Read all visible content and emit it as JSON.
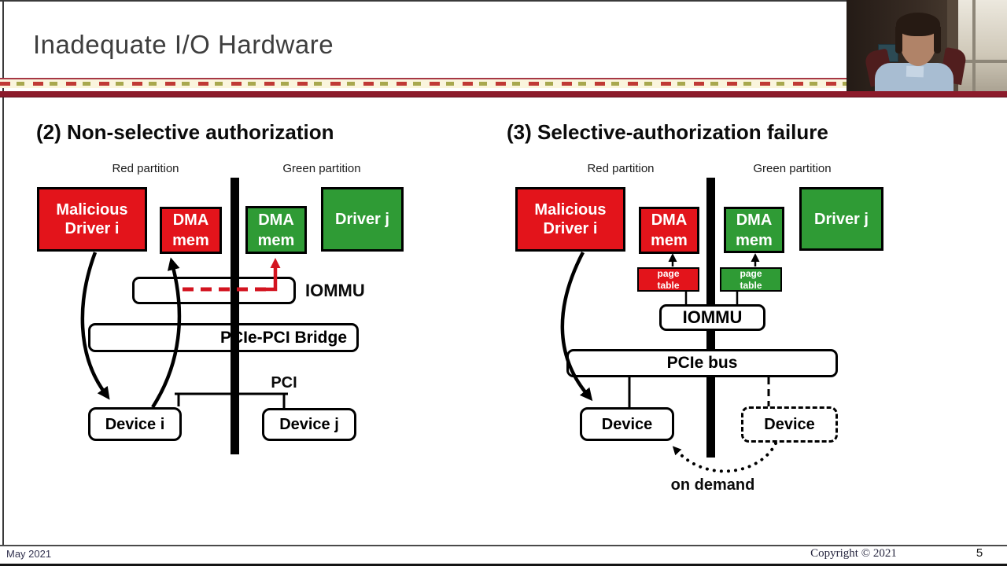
{
  "header": {
    "title": "Inadequate I/O Hardware"
  },
  "colors": {
    "box_red": "#e3141b",
    "box_green": "#2f9b35",
    "attack_arrow_red": "#d31420",
    "separator_dark_red": "#8c1b2b"
  },
  "diagram_left": {
    "heading": "(2) Non-selective authorization",
    "partitions": {
      "red": "Red partition",
      "green": "Green partition"
    },
    "malicious_driver": "Malicious\nDriver i",
    "dma_mem_red": "DMA\nmem",
    "dma_mem_green": "DMA\nmem",
    "driver_j": "Driver j",
    "iommu_label": "IOMMU",
    "bridge": "PCIe-PCI Bridge",
    "pci_label": "PCI",
    "device_i": "Device i",
    "device_j": "Device j"
  },
  "diagram_right": {
    "heading": "(3) Selective-authorization failure",
    "partitions": {
      "red": "Red partition",
      "green": "Green partition"
    },
    "malicious_driver": "Malicious\nDriver i",
    "dma_mem_red": "DMA\nmem",
    "dma_mem_green": "DMA\nmem",
    "driver_j": "Driver j",
    "page_table_red": "page\ntable",
    "page_table_green": "page\ntable",
    "iommu": "IOMMU",
    "pcie_bus": "PCIe bus",
    "device_attacked": "Device",
    "device_on_demand": "Device",
    "on_demand_label": "on demand"
  },
  "footer": {
    "date": "May 2021",
    "copyright": "Copyright © 2021",
    "page_number": "5"
  }
}
